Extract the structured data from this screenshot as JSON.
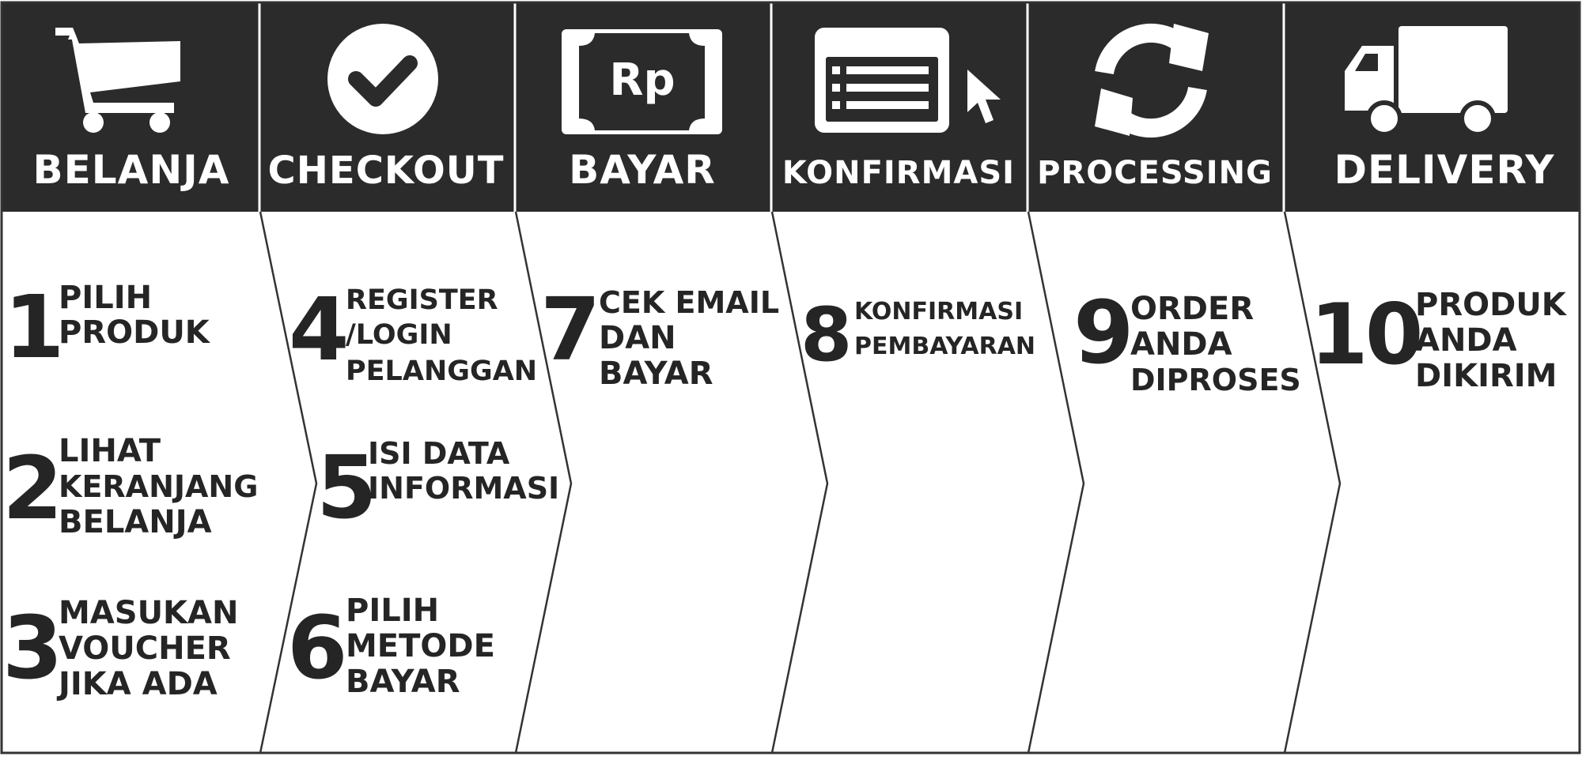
{
  "colors": {
    "header_bg": "#2b2b2b",
    "text": "#252525",
    "panel_bg": "#ffffff",
    "line": "#333333"
  },
  "stages": [
    {
      "label": "BELANJA",
      "icon": "shopping-cart-icon",
      "steps": [
        {
          "number": "1",
          "lines": [
            "PILIH",
            "PRODUK"
          ]
        },
        {
          "number": "2",
          "lines": [
            "LIHAT",
            "KERANJANG",
            "BELANJA"
          ]
        },
        {
          "number": "3",
          "lines": [
            "MASUKAN",
            "VOUCHER",
            "JIKA ADA"
          ]
        }
      ]
    },
    {
      "label": "CHECKOUT",
      "icon": "check-circle-icon",
      "steps": [
        {
          "number": "4",
          "lines": [
            "REGISTER",
            "/LOGIN",
            "PELANGGAN"
          ]
        },
        {
          "number": "5",
          "lines": [
            "ISI DATA",
            "INFORMASI"
          ]
        },
        {
          "number": "6",
          "lines": [
            "PILIH",
            "METODE",
            "BAYAR"
          ]
        }
      ]
    },
    {
      "label": "BAYAR",
      "icon": "rupiah-banknote-icon",
      "icon_text": "Rp",
      "steps": [
        {
          "number": "7",
          "lines": [
            "CEK EMAIL",
            "DAN",
            "BAYAR"
          ]
        }
      ]
    },
    {
      "label": "KONFIRMASI",
      "icon": "form-click-icon",
      "steps": [
        {
          "number": "8",
          "lines": [
            "KONFIRMASI",
            "PEMBAYARAN"
          ]
        }
      ]
    },
    {
      "label": "PROCESSING",
      "icon": "refresh-icon",
      "steps": [
        {
          "number": "9",
          "lines": [
            "ORDER",
            "ANDA",
            "DIPROSES"
          ]
        }
      ]
    },
    {
      "label": "DELIVERY",
      "icon": "delivery-truck-icon",
      "steps": [
        {
          "number": "10",
          "lines": [
            "PRODUK",
            "ANDA",
            "DIKIRIM"
          ]
        }
      ]
    }
  ]
}
